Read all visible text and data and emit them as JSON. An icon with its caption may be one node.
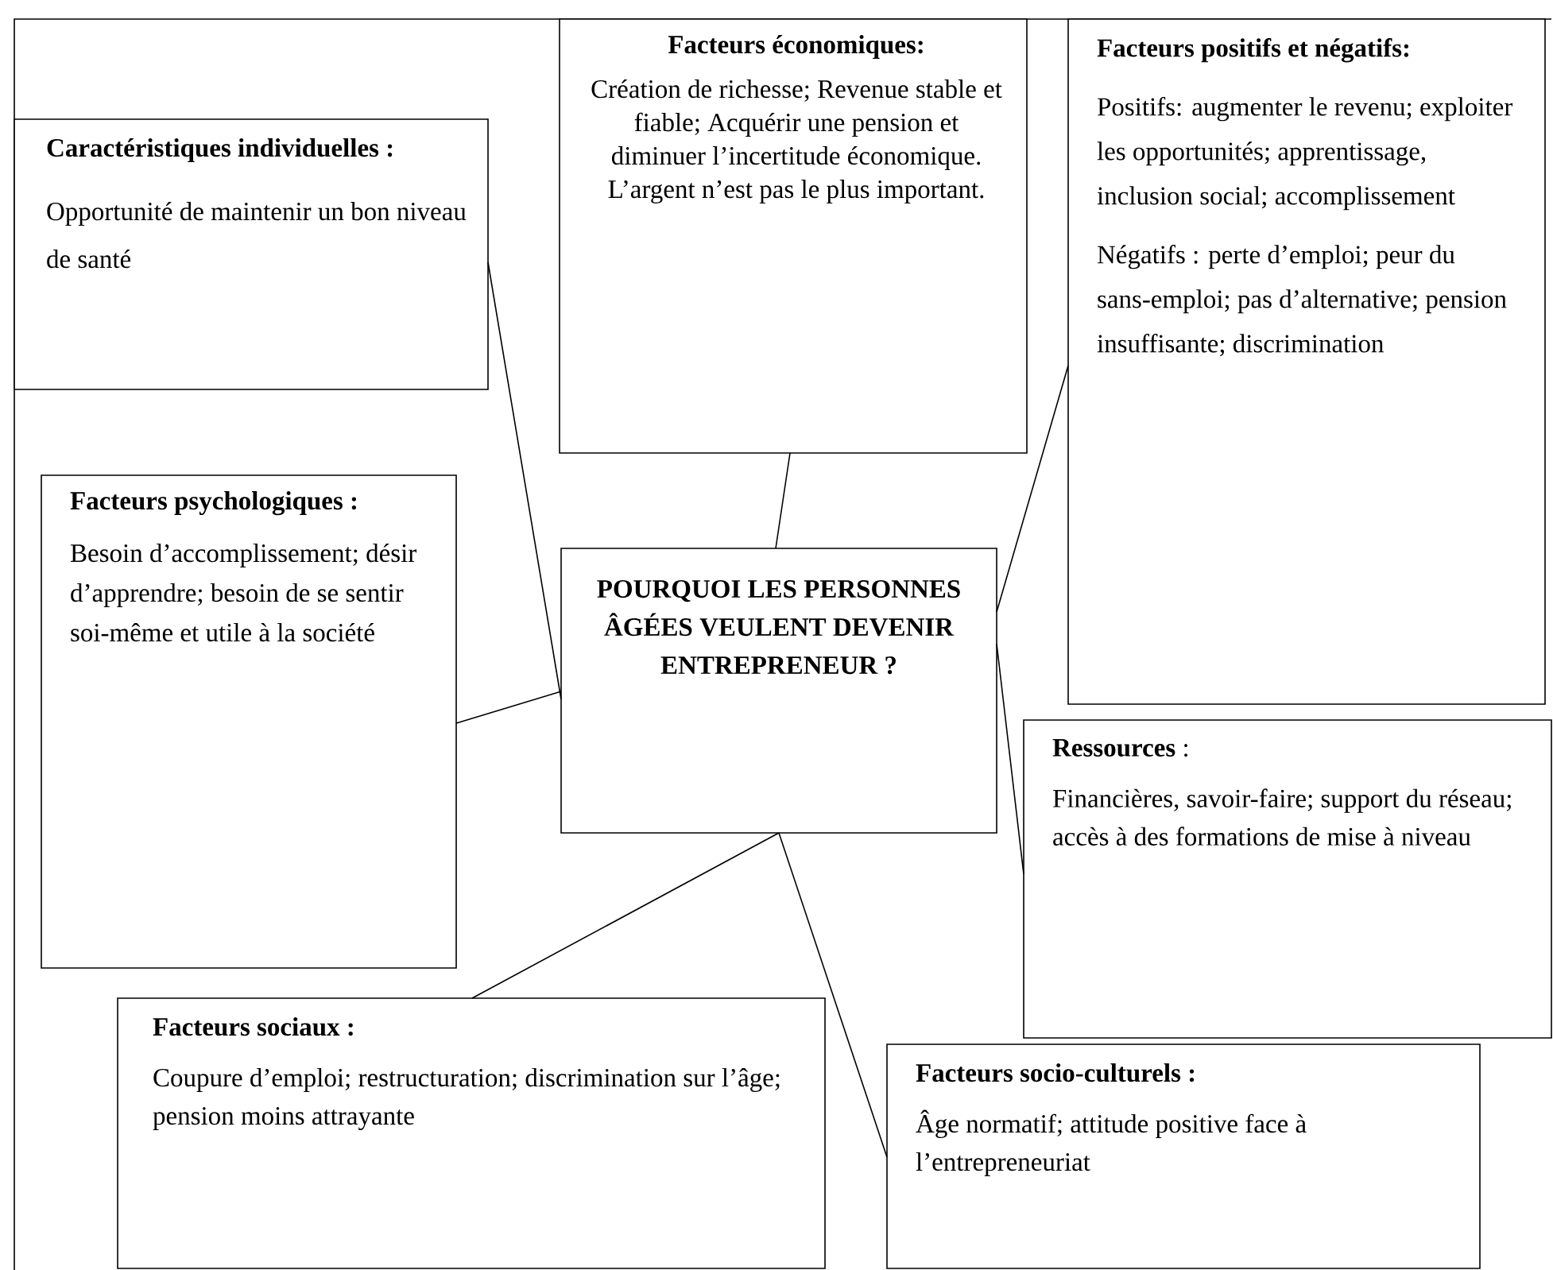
{
  "diagram": {
    "nodes": [
      {
        "text": [
          "Facteurs économiques:",
          "Création de richesse; Revenue stable et fiable; Acquérir une pension et diminuer l’incertitude économique. L’argent n’est pas le plus important."
        ]
      },
      {
        "text": [
          "Facteurs positifs et négatifs:",
          "Positifs: augmenter le revenu; exploiter les opportunités; apprentissage, inclusion social; accomplissement",
          "Négatifs : perte d’emploi; peur du sans-emploi; pas d’alternative; pension insuffisante; discrimination"
        ]
      },
      {
        "text": [
          "Caractéristiques individuelles :",
          "Opportunité de maintenir un bon niveau de santé"
        ]
      },
      {
        "text": [
          "Facteurs psychologiques :",
          "Besoin d’accomplissement; désir d’apprendre; besoin de se sentir soi-même et utile à la société"
        ]
      },
      {
        "text": [
          "POURQUOI LES PERSONNES ÂGÉES VEULENT DEVENIR ENTREPRENEUR ?"
        ]
      },
      {
        "text": [
          "**Ressources** :",
          "Financières, savoir-faire; support du réseau; accès à des formations de mise à niveau"
        ]
      },
      {
        "text": [
          "Facteurs sociaux :",
          "Coupure d’emploi; restructuration; discrimination sur l’âge; pension moins attrayante"
        ]
      },
      {
        "text": [
          "Facteurs socio-culturels :",
          "Âge normatif; attitude positive face à l’entrepreneuriat"
        ]
      }
    ],
    "edges": [
      {
        "from": 4,
        "to": 0,
        "arrow": "none"
      },
      {
        "from": 4,
        "to": 1,
        "arrow": "none"
      },
      {
        "from": 4,
        "to": 2,
        "arrow": "none"
      },
      {
        "from": 4,
        "to": 3,
        "arrow": "none"
      },
      {
        "from": 4,
        "to": 5,
        "arrow": "none"
      },
      {
        "from": 4,
        "to": 6,
        "arrow": "none"
      },
      {
        "from": 4,
        "to": 7,
        "arrow": "none"
      }
    ]
  }
}
